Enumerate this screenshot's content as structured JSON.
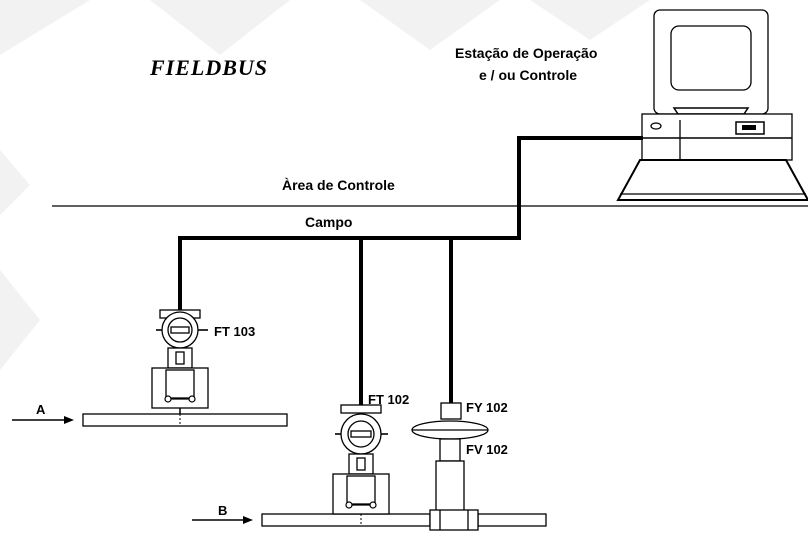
{
  "title": "FIELDBUS",
  "workstation": {
    "label_line1": "Estação de Operação",
    "label_line2": "e / ou Controle"
  },
  "zones": {
    "control_area": "Àrea de Controle",
    "field": "Campo"
  },
  "instruments": {
    "ft103": "FT 103",
    "ft102": "FT 102",
    "fy102": "FY 102",
    "fv102": "FV 102"
  },
  "flows": {
    "a": "A",
    "b": "B"
  },
  "colors": {
    "stroke": "#000000",
    "background": "#ffffff",
    "watermark": "#f0f0f0"
  }
}
